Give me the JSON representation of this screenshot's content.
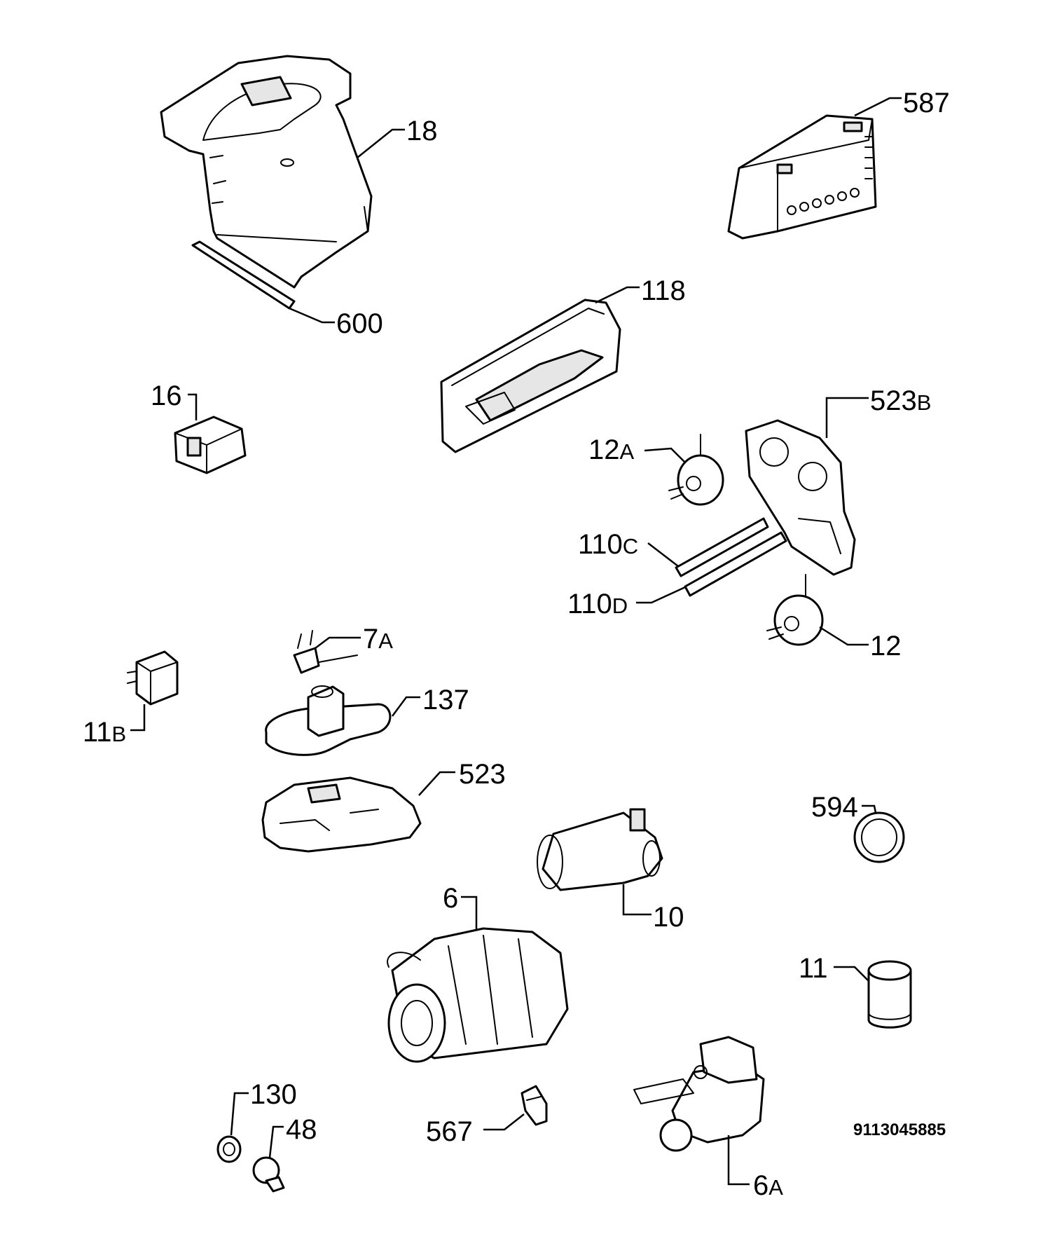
{
  "parts": [
    {
      "id": "18",
      "label": "18",
      "suffix": ""
    },
    {
      "id": "600",
      "label": "600",
      "suffix": ""
    },
    {
      "id": "587",
      "label": "587",
      "suffix": ""
    },
    {
      "id": "118",
      "label": "118",
      "suffix": ""
    },
    {
      "id": "16",
      "label": "16",
      "suffix": ""
    },
    {
      "id": "523B",
      "label": "523",
      "suffix": "B"
    },
    {
      "id": "12A",
      "label": "12",
      "suffix": "A"
    },
    {
      "id": "110C",
      "label": "110",
      "suffix": "C"
    },
    {
      "id": "110D",
      "label": "110",
      "suffix": "D"
    },
    {
      "id": "12",
      "label": "12",
      "suffix": ""
    },
    {
      "id": "7A",
      "label": "7",
      "suffix": "A"
    },
    {
      "id": "11B",
      "label": "11",
      "suffix": "B"
    },
    {
      "id": "137",
      "label": "137",
      "suffix": ""
    },
    {
      "id": "523",
      "label": "523",
      "suffix": ""
    },
    {
      "id": "594",
      "label": "594",
      "suffix": ""
    },
    {
      "id": "10",
      "label": "10",
      "suffix": ""
    },
    {
      "id": "6",
      "label": "6",
      "suffix": ""
    },
    {
      "id": "11",
      "label": "11",
      "suffix": ""
    },
    {
      "id": "130",
      "label": "130",
      "suffix": ""
    },
    {
      "id": "48",
      "label": "48",
      "suffix": ""
    },
    {
      "id": "567",
      "label": "567",
      "suffix": ""
    },
    {
      "id": "6A",
      "label": "6",
      "suffix": "A"
    }
  ],
  "diagram_code": "9113045885"
}
